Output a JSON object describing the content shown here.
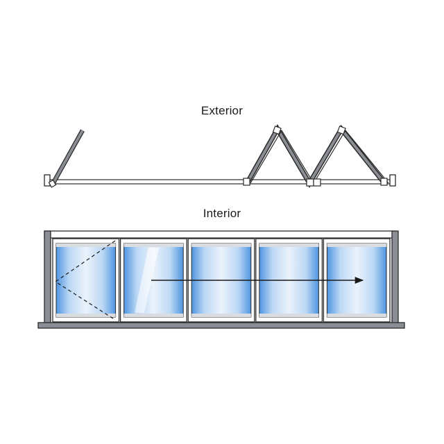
{
  "labels": {
    "exterior": "Exterior",
    "interior": "Interior"
  },
  "colors": {
    "frame_fill": "#8a8d93",
    "frame_stroke": "#2a2a2a",
    "glass_light": "#eaf2fb",
    "glass_blue": "#4f95e0",
    "panel_frame": "#ffffff",
    "line": "#1a1a1a"
  },
  "diagram": {
    "panel_count": 5,
    "swing_panel": "left",
    "slide_direction": "right",
    "folded_panels_exterior": 4
  }
}
